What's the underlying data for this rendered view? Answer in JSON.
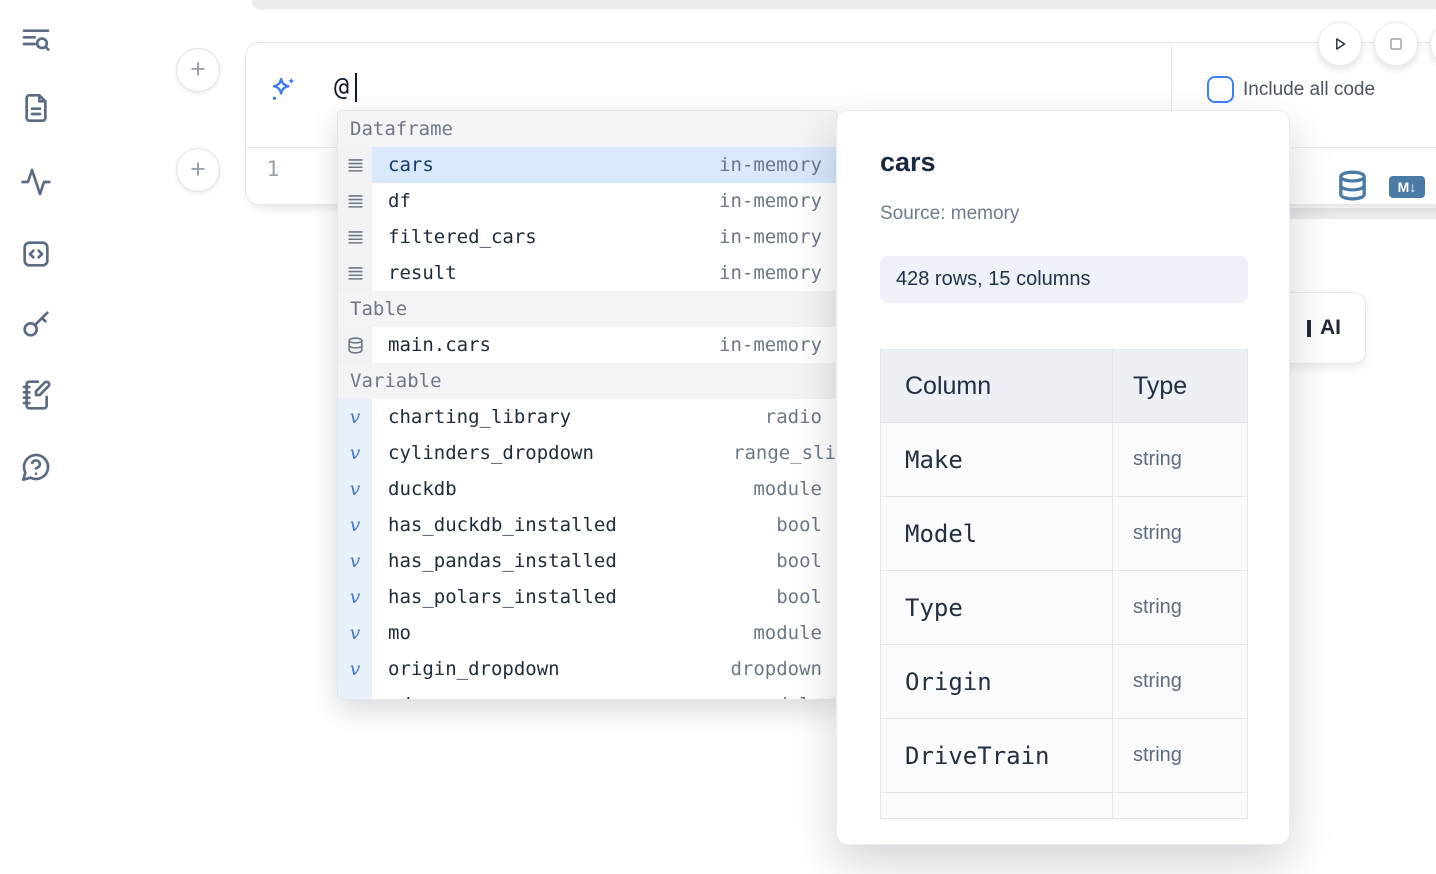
{
  "sidebar": {
    "icons": [
      "text-search-icon",
      "file-document-icon",
      "activity-icon",
      "code-square-icon",
      "key-icon",
      "notebook-pen-icon",
      "help-chat-icon"
    ]
  },
  "run_controls": {
    "play_icon": "play-icon",
    "stop_icon": "stop-icon"
  },
  "prompt": {
    "sparkle_icon": "sparkles-icon",
    "value": "@",
    "include_all_code_label": "Include all code",
    "include_all_code_checked": false
  },
  "editor": {
    "line_number": "1",
    "database_icon": "database-icon",
    "markdown_badge": "M↓"
  },
  "autocomplete": {
    "sections": [
      {
        "label": "Dataframe",
        "items": [
          {
            "name": "cars",
            "type": "in-memory",
            "icon": "rows",
            "selected": true
          },
          {
            "name": "df",
            "type": "in-memory",
            "icon": "rows"
          },
          {
            "name": "filtered_cars",
            "type": "in-memory",
            "icon": "rows"
          },
          {
            "name": "result",
            "type": "in-memory",
            "icon": "rows"
          }
        ]
      },
      {
        "label": "Table",
        "items": [
          {
            "name": "main.cars",
            "type": "in-memory",
            "icon": "database"
          }
        ]
      },
      {
        "label": "Variable",
        "items": [
          {
            "name": "charting_library",
            "type": "radio",
            "icon": "variable"
          },
          {
            "name": "cylinders_dropdown",
            "type": "range_slider",
            "icon": "variable",
            "clipped_type": true
          },
          {
            "name": "duckdb",
            "type": "module",
            "icon": "variable"
          },
          {
            "name": "has_duckdb_installed",
            "type": "bool",
            "icon": "variable"
          },
          {
            "name": "has_pandas_installed",
            "type": "bool",
            "icon": "variable"
          },
          {
            "name": "has_polars_installed",
            "type": "bool",
            "icon": "variable"
          },
          {
            "name": "mo",
            "type": "module",
            "icon": "variable"
          },
          {
            "name": "origin_dropdown",
            "type": "dropdown",
            "icon": "variable"
          },
          {
            "name": "pd",
            "type": "module",
            "icon": "variable"
          }
        ]
      }
    ]
  },
  "preview": {
    "title": "cars",
    "source_label": "Source: memory",
    "shape_badge": "428 rows, 15 columns",
    "table": {
      "headers": [
        "Column",
        "Type"
      ],
      "rows": [
        [
          "Make",
          "string"
        ],
        [
          "Model",
          "string"
        ],
        [
          "Type",
          "string"
        ],
        [
          "Origin",
          "string"
        ],
        [
          "DriveTrain",
          "string"
        ],
        [
          "",
          ""
        ]
      ]
    }
  },
  "ai_card": {
    "visible_label": "AI"
  },
  "colors": {
    "accent_blue": "#3e82f7",
    "sparkle_blue": "#3b7df0",
    "steel_blue": "#4a7ba6",
    "selection_blue": "#d9e9fb",
    "slate_icon": "#5b6b84",
    "band_gray": "#ebebed"
  }
}
